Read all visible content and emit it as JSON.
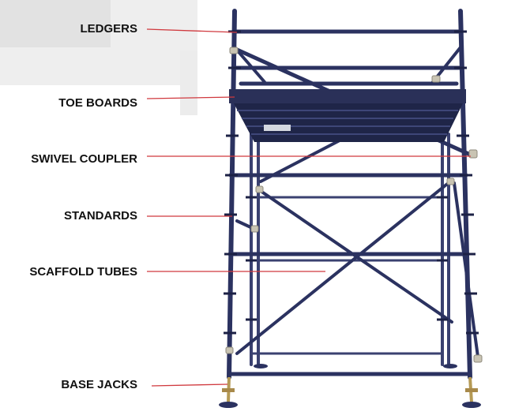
{
  "labels": {
    "ledgers": "LEDGERS",
    "toe_boards": "TOE BOARDS",
    "swivel_coupler": "SWIVEL COUPLER",
    "standards": "STANDARDS",
    "scaffold_tubes": "SCAFFOLD TUBES",
    "base_jacks": "BASE JACKS"
  },
  "colors": {
    "tube": "#2b3260",
    "tube_dark": "#1c2145",
    "deck": "#2a3058",
    "pointer_line": "#d0393e",
    "coupler": "#c9c4b3",
    "jack": "#b59a55"
  }
}
